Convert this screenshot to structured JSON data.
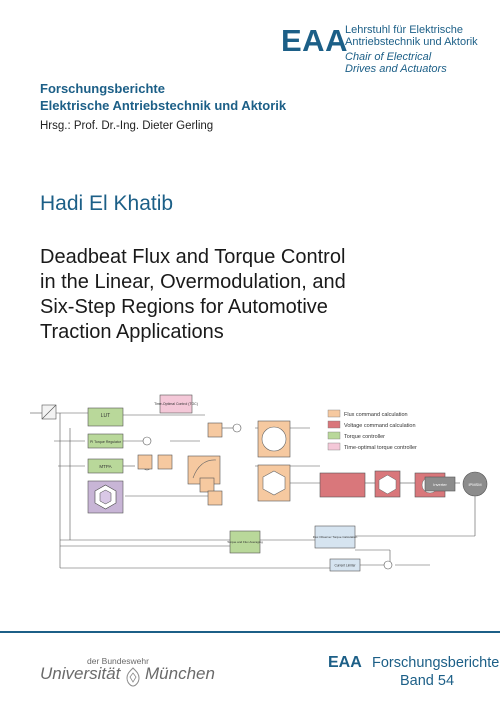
{
  "header": {
    "logo_text": "EAA",
    "chair_de_line1": "Lehrstuhl für Elektrische",
    "chair_de_line2": "Antriebstechnik und Aktorik",
    "chair_en_line1": "Chair of Electrical",
    "chair_en_line2": "Drives and Actuators"
  },
  "series": {
    "line1": "Forschungsberichte",
    "line2": "Elektrische Antriebstechnik und Aktorik",
    "editor": "Hrsg.: Prof. Dr.-Ing. Dieter Gerling"
  },
  "author": "Hadi El Khatib",
  "title": {
    "line1": "Deadbeat Flux and Torque Control",
    "line2": "in the Linear, Overmodulation, and",
    "line3": "Six-Step Regions for Automotive",
    "line4": "Traction Applications"
  },
  "diagram": {
    "legend": [
      {
        "label": "Flux command calculation",
        "color": "#f6c9a0"
      },
      {
        "label": "Voltage command calculation",
        "color": "#d9777b"
      },
      {
        "label": "Torque controller",
        "color": "#b9d89a"
      },
      {
        "label": "Time-optimal torque controller",
        "color": "#f4c8d8"
      }
    ],
    "blocks": {
      "lut": "LUT",
      "pi_torque": "PI Torque Regulator",
      "mtpa": "MTPA",
      "toc": "Time-Optimal Control (TOC)",
      "inverter": "Inverter",
      "ipmsm": "IPMSM",
      "torque_flux": "Torque and Flux Averaging",
      "flux_observer": "Flux Observer Torque Calculation",
      "current_limiter": "Current Limiter"
    }
  },
  "footer": {
    "uni_small": "der Bundeswehr",
    "uni_left": "Universität",
    "uni_right": "München",
    "eaa": "EAA",
    "series": "Forschungsberichte",
    "band": "Band 54"
  }
}
